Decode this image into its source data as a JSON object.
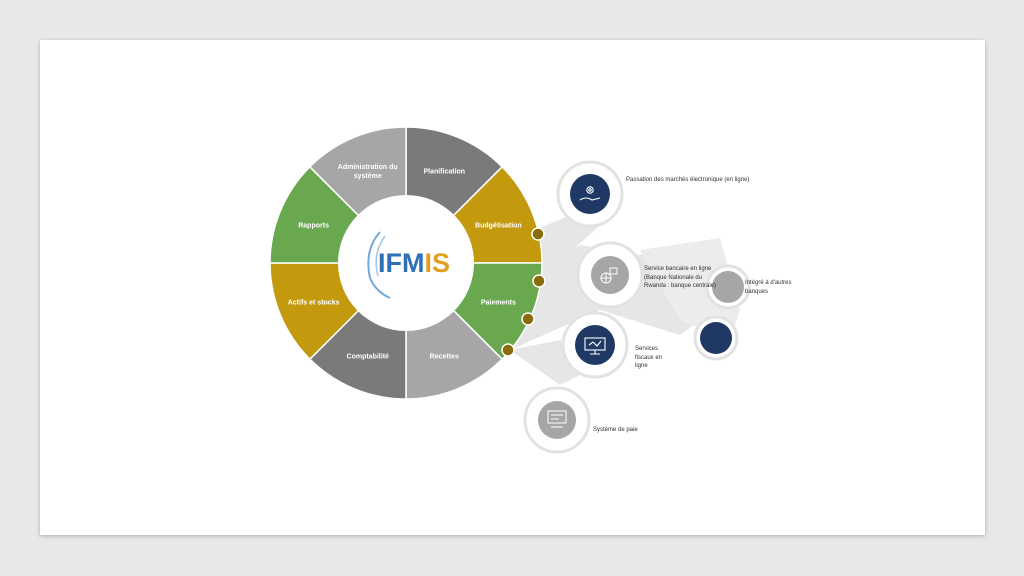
{
  "logo": {
    "text_part1": "IFM",
    "text_part2": "IS",
    "color_part1": "#2e6fb7",
    "color_part2": "#e0a021"
  },
  "wheel": {
    "segments": [
      {
        "key": "planification",
        "label": "Planification",
        "color": "#7a7a7a"
      },
      {
        "key": "budgetisation",
        "label": "Budgétisation",
        "color": "#c39a0e"
      },
      {
        "key": "paiements",
        "label": "Paiements",
        "color": "#6aa84f"
      },
      {
        "key": "recettes",
        "label": "Recettes",
        "color": "#a6a6a6"
      },
      {
        "key": "comptabilite",
        "label": "Comptabilité",
        "color": "#7a7a7a"
      },
      {
        "key": "actifs",
        "label": "Actifs et stocks",
        "color": "#c39a0e"
      },
      {
        "key": "rapports",
        "label": "Rapports",
        "color": "#6aa84f"
      },
      {
        "key": "administration",
        "label": "Administration du\nsystème",
        "color": "#a6a6a6"
      }
    ]
  },
  "modules": {
    "passation": {
      "label": "Passation des marchés électronique  (en ligne)",
      "icon": "gear-hand-icon",
      "color": "#1f3864"
    },
    "bancaire": {
      "label": "Service bancaire en ligne\n(Banque Nationale du\nRwanda : banque centrale)",
      "icon": "bank-web-icon",
      "color": "#a6a6a6"
    },
    "fiscaux": {
      "label": "Services\nfiscaux en\nligne",
      "icon": "monitor-icon",
      "color": "#1f3864"
    },
    "paie": {
      "label": "Système de paie",
      "icon": "payslip-icon",
      "color": "#a6a6a6"
    },
    "autres_banques": {
      "label": "Intégré à d'autres\nbanques",
      "color_top": "#a6a6a6",
      "color_bottom": "#1f3864"
    }
  },
  "colors": {
    "connector": "#8a6d0b",
    "fan": "#e6e6e6"
  }
}
